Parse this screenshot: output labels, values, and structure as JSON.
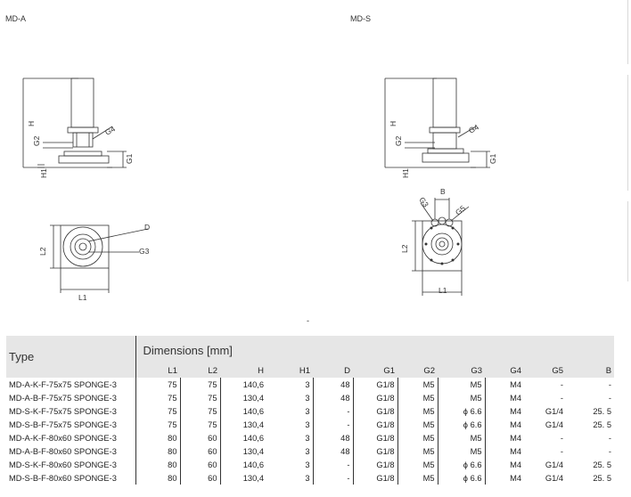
{
  "labels": {
    "left": "MD-A",
    "right": "MD-S",
    "dash": "-"
  },
  "drawing_labels": {
    "H": "H",
    "G2": "G2",
    "G4": "G4",
    "G1": "G1",
    "H1": "H1",
    "L2": "L2",
    "L1": "L1",
    "D": "D",
    "G3": "G3",
    "B": "B",
    "G5": "G5"
  },
  "table": {
    "type_header": "Type",
    "dims_header": "Dimensions [mm]",
    "columns": [
      "L1",
      "L2",
      "H",
      "H1",
      "D",
      "G1",
      "G2",
      "G3",
      "G4",
      "G5",
      "B"
    ],
    "rows": [
      {
        "type": "MD-A-K-F-75x75 SPONGE-3",
        "L1": "75",
        "L2": "75",
        "H": "140,6",
        "H1": "3",
        "D": "48",
        "G1": "G1/8",
        "G2": "M5",
        "G3": "M5",
        "G4": "M4",
        "G5": "-",
        "B": "-"
      },
      {
        "type": "MD-A-B-F-75x75 SPONGE-3",
        "L1": "75",
        "L2": "75",
        "H": "130,4",
        "H1": "3",
        "D": "48",
        "G1": "G1/8",
        "G2": "M5",
        "G3": "M5",
        "G4": "M4",
        "G5": "-",
        "B": "-"
      },
      {
        "type": "MD-S-K-F-75x75 SPONGE-3",
        "L1": "75",
        "L2": "75",
        "H": "140,6",
        "H1": "3",
        "D": "-",
        "G1": "G1/8",
        "G2": "M5",
        "G3": "ϕ 6.6",
        "G4": "M4",
        "G5": "G1/4",
        "B": "25. 5"
      },
      {
        "type": "MD-S-B-F-75x75 SPONGE-3",
        "L1": "75",
        "L2": "75",
        "H": "130,4",
        "H1": "3",
        "D": "-",
        "G1": "G1/8",
        "G2": "M5",
        "G3": "ϕ 6.6",
        "G4": "M4",
        "G5": "G1/4",
        "B": "25. 5"
      },
      {
        "type": "MD-A-K-F-80x60 SPONGE-3",
        "L1": "80",
        "L2": "60",
        "H": "140,6",
        "H1": "3",
        "D": "48",
        "G1": "G1/8",
        "G2": "M5",
        "G3": "M5",
        "G4": "M4",
        "G5": "-",
        "B": "-"
      },
      {
        "type": "MD-A-B-F-80x60 SPONGE-3",
        "L1": "80",
        "L2": "60",
        "H": "130,4",
        "H1": "3",
        "D": "48",
        "G1": "G1/8",
        "G2": "M5",
        "G3": "M5",
        "G4": "M4",
        "G5": "-",
        "B": "-"
      },
      {
        "type": "MD-S-K-F-80x60 SPONGE-3",
        "L1": "80",
        "L2": "60",
        "H": "140,6",
        "H1": "3",
        "D": "-",
        "G1": "G1/8",
        "G2": "M5",
        "G3": "ϕ 6.6",
        "G4": "M4",
        "G5": "G1/4",
        "B": "25. 5"
      },
      {
        "type": "MD-S-B-F-80x60 SPONGE-3",
        "L1": "80",
        "L2": "60",
        "H": "130,4",
        "H1": "3",
        "D": "-",
        "G1": "G1/8",
        "G2": "M5",
        "G3": "ϕ 6.6",
        "G4": "M4",
        "G5": "G1/4",
        "B": "25. 5"
      }
    ]
  }
}
